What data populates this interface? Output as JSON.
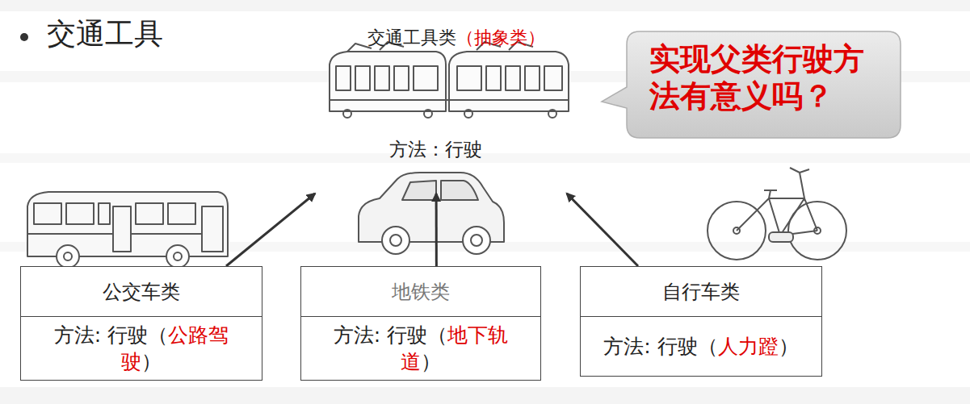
{
  "diagram": {
    "title": "交通工具",
    "nodes": [
      {
        "text": [
          "交通工具类",
          "（抽象类）",
          "方法：行驶"
        ]
      },
      {
        "text": [
          "实现父类行驶方法有意义吗？"
        ]
      },
      {
        "text": [
          "公交车类",
          "方法: 行驶（",
          "公路驾驶",
          "）"
        ]
      },
      {
        "text": [
          "地铁类",
          "方法: 行驶（",
          "地下轨道",
          "）"
        ]
      },
      {
        "text": [
          "自行车类",
          "方法: 行驶（",
          "人力蹬",
          "）"
        ]
      }
    ],
    "edges": [
      {
        "from": 2,
        "to": 0,
        "arrow": "to"
      },
      {
        "from": 3,
        "to": 0,
        "arrow": "to"
      },
      {
        "from": 4,
        "to": 0,
        "arrow": "to"
      }
    ]
  }
}
